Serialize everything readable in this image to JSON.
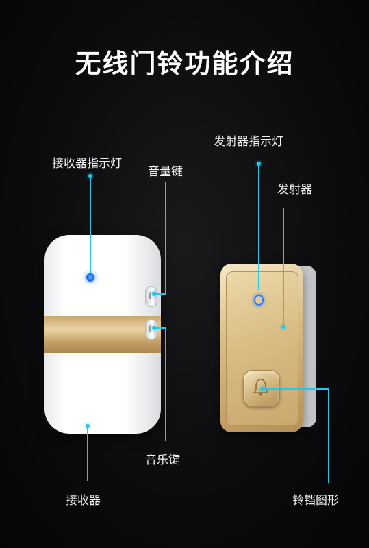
{
  "title": "无线门铃功能介绍",
  "labels": {
    "receiver_indicator": "接收器指示灯",
    "volume_key": "音量键",
    "transmitter_indicator": "发射器指示灯",
    "transmitter": "发射器",
    "music_key": "音乐键",
    "receiver": "接收器",
    "bell_pattern": "铃铛图形"
  },
  "colors": {
    "accent": "#27c7e6",
    "gold": "#d4b57c",
    "led_blue": "#1b6cff"
  }
}
